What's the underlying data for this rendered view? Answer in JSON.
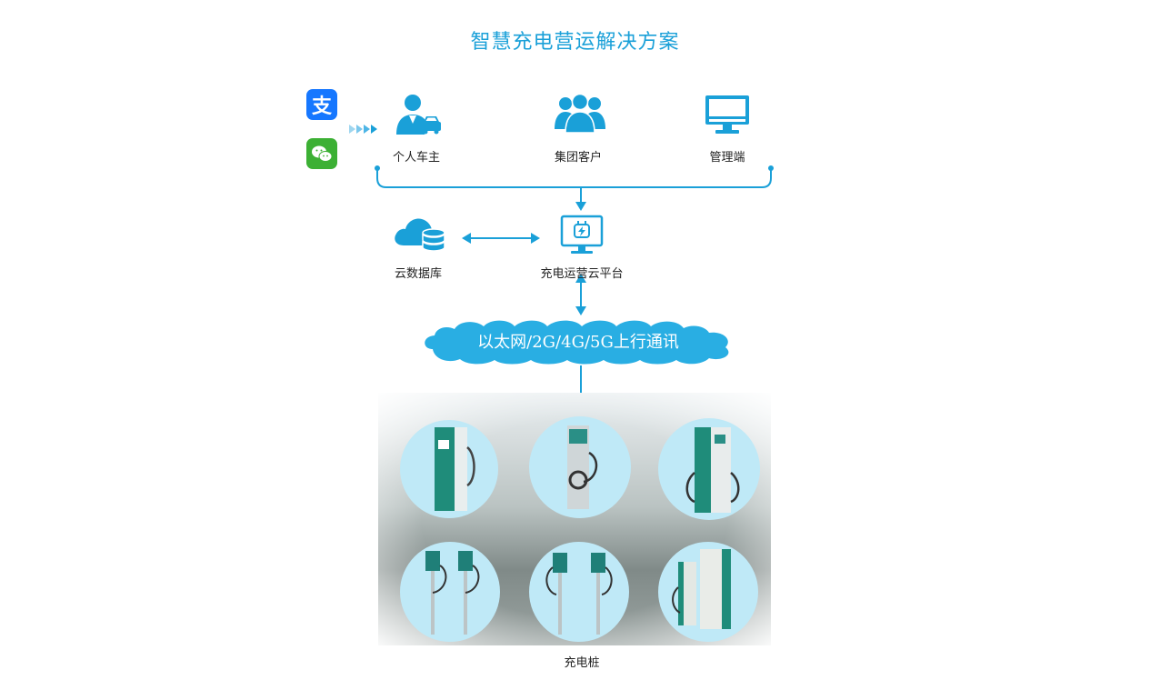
{
  "title": "智慧充电营运解决方案",
  "nodes": {
    "personal_owner": "个人车主",
    "group_customer": "集团客户",
    "admin": "管理端",
    "cloud_data": "云数据库",
    "platform": "充电运营云平台",
    "network": "以太网/2G/4G/5G上行通讯",
    "charging_pile": "充电桩"
  },
  "payment_apps": {
    "alipay_glyph": "支"
  },
  "colors": {
    "brand": "#1aa0d8",
    "alipay": "#1677ff",
    "wechat": "#3cb034",
    "circle": "#bfe9f7"
  },
  "icons": [
    "alipay-icon",
    "wechat-icon",
    "car-owner-icon",
    "group-users-icon",
    "monitor-icon",
    "cloud-database-icon",
    "platform-plug-icon"
  ]
}
